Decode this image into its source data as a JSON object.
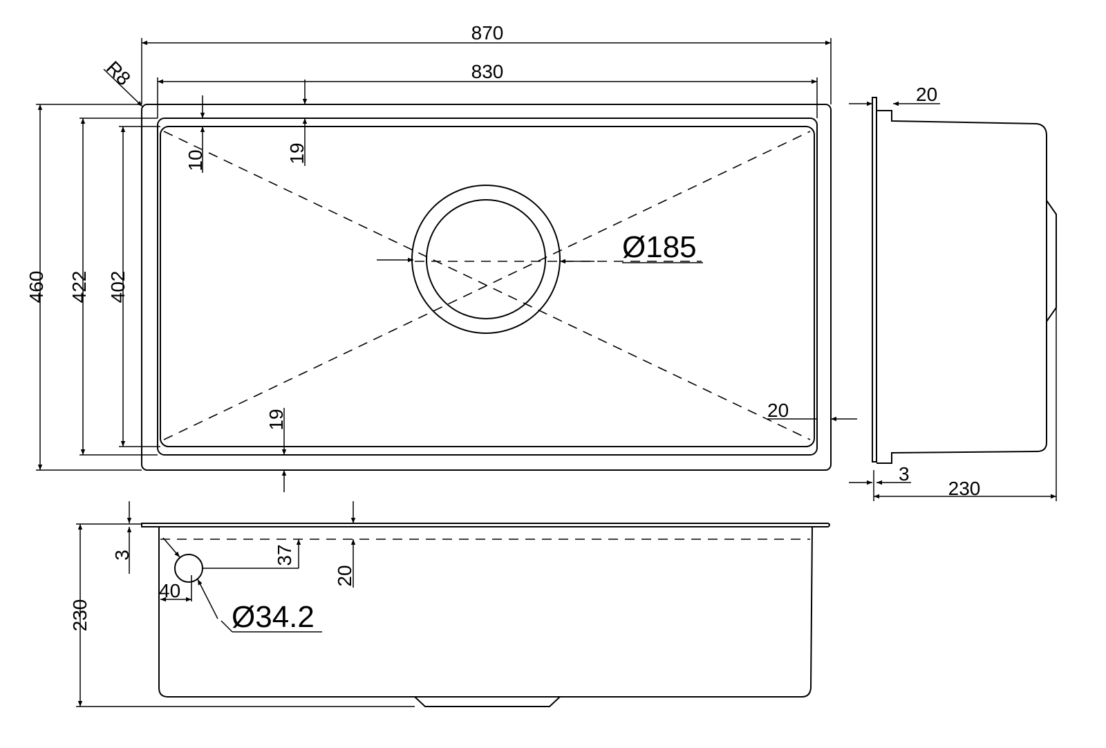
{
  "drawing": {
    "top_view": {
      "overall_width": "870",
      "inner_width": "830",
      "overall_depth": "460",
      "inner_depth_1": "422",
      "inner_depth_2": "402",
      "corner_radius": "R8",
      "top_offset_small": "10",
      "top_offset": "19",
      "bottom_offset": "19",
      "side_offset": "20",
      "drain_diameter": "Ø185"
    },
    "side_view": {
      "flange_step": "20",
      "flange_thickness": "3",
      "depth": "230"
    },
    "front_view": {
      "height": "230",
      "flange_thickness": "3",
      "overflow_height": "37",
      "rim_offset": "20",
      "overflow_side_offset": "40",
      "overflow_diameter": "Ø34.2"
    }
  }
}
